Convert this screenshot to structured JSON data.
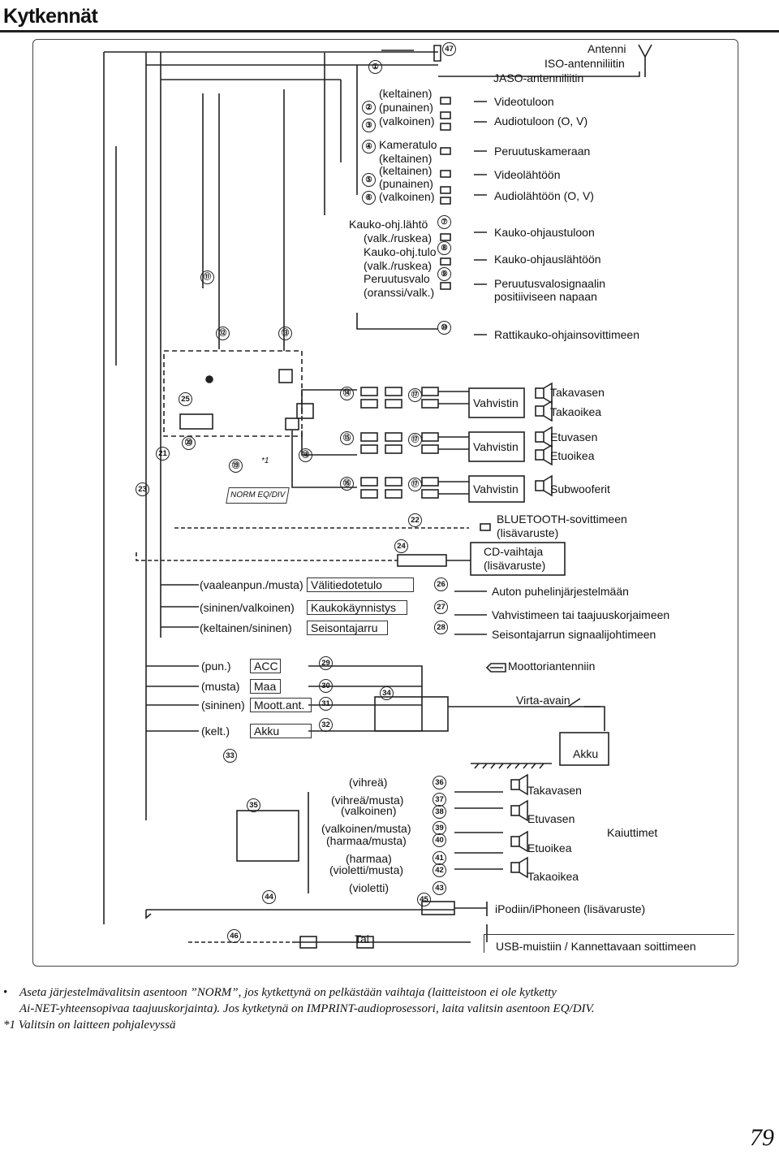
{
  "header": {
    "title": "Kytkennät"
  },
  "labels": {
    "antenni": "Antenni",
    "iso": "ISO-antenniliitin",
    "jaso": "JASO-antenniliitin",
    "keltainen1": "(keltainen)",
    "punainen1": "(punainen)",
    "valkoinen1": "(valkoinen)",
    "videotuloon": "Videotuloon",
    "audiotuloon": "Audiotuloon (O, V)",
    "kameratulo": "Kameratulo",
    "keltainen2": "(keltainen)",
    "keltainen3": "(keltainen)",
    "punainen2": "(punainen)",
    "valkoinen2": "(valkoinen)",
    "peruutuskameraan": "Peruutuskameraan",
    "videolahtoon": "Videolähtöön",
    "audiolahtoon": "Audiolähtöön (O, V)",
    "kauko_lahto": "Kauko-ohj.lähtö",
    "valk_ruskea1": "(valk./ruskea)",
    "kauko_tulo": "Kauko-ohj.tulo",
    "valk_ruskea2": "(valk./ruskea)",
    "peruutusvalo": "Peruutusvalo",
    "oranssi": "(oranssi/valk.)",
    "kauko_tuloon": "Kauko-ohjaustuloon",
    "kauko_lahtoon": "Kauko-ohjauslähtöön",
    "peruutusvalosignaalin": "Peruutusvalosignaalin",
    "positiiviseen": "positiiviseen napaan",
    "rattikauko": "Rattikauko-ohjainsovittimeen",
    "vahvistin": "Vahvistin",
    "takavasen": "Takavasen",
    "takaoikea": "Takaoikea",
    "etuvasen": "Etuvasen",
    "etuoikea": "Etuoikea",
    "subwooferit": "Subwooferit",
    "bluetooth": "BLUETOOTH-sovittimeen",
    "lisavaruste": "(lisävaruste)",
    "cd_vaihtaja": "CD-vaihtaja",
    "norm_eqdiv": "NORM  EQ/DIV",
    "star1": "*1",
    "vaaleanpun": "(vaaleanpun./musta)",
    "valitiedotetulo": "Välitiedotetulo",
    "sininen_valk": "(sininen/valkoinen)",
    "kaukokaynnistys": "Kaukokäynnistys",
    "kelt_sininen": "(keltainen/sininen)",
    "seisontajarru": "Seisontajarru",
    "auton_puhelin": "Auton puhelinjärjestelmään",
    "vahvistimeen": "Vahvistimeen tai taajuuskorjaimeen",
    "seisontajarrun": "Seisontajarrun signaalijohtimeen",
    "pun": "(pun.)",
    "acc": "ACC",
    "musta": "(musta)",
    "maa": "Maa",
    "sininen": "(sininen)",
    "moott_ant": "Moott.ant.",
    "kelt": "(kelt.)",
    "akku": "Akku",
    "moottoriantenniin": "Moottoriantenniin",
    "virta_avain": "Virta-avain",
    "vihrea": "(vihreä)",
    "vihrea_musta": "(vihreä/musta)",
    "valkoinen3": "(valkoinen)",
    "valkoinen_musta": "(valkoinen/musta)",
    "harmaa_musta": "(harmaa/musta)",
    "harmaa": "(harmaa)",
    "violetti_musta": "(violetti/musta)",
    "violetti": "(violetti)",
    "kaiuttimet": "Kaiuttimet",
    "ipod": "iPodiin/iPhoneen (lisävaruste)",
    "tai": "Tai",
    "usb": "USB-muistiin / Kannettavaan soittimeen"
  },
  "numbers": {
    "n1": "①",
    "n2": "②",
    "n3": "③",
    "n4": "④",
    "n5": "⑤",
    "n6": "⑥",
    "n7": "⑦",
    "n8": "⑧",
    "n9": "⑨",
    "n10": "⑩",
    "n11": "⑪",
    "n12": "⑫",
    "n13": "⑬",
    "n14": "⑭",
    "n15": "⑮",
    "n16": "⑯",
    "n17": "⑰",
    "n18": "⑱",
    "n19": "⑲",
    "n20": "⑳",
    "n21": "21",
    "n22": "22",
    "n23": "23",
    "n24": "24",
    "n25": "25",
    "n26": "26",
    "n27": "27",
    "n28": "28",
    "n29": "29",
    "n30": "30",
    "n31": "31",
    "n32": "32",
    "n33": "33",
    "n34": "34",
    "n35": "35",
    "n36": "36",
    "n37": "37",
    "n38": "38",
    "n39": "39",
    "n40": "40",
    "n41": "41",
    "n42": "42",
    "n43": "43",
    "n44": "44",
    "n45": "45",
    "n46": "46",
    "n47": "47"
  },
  "notes": {
    "bullet": "•",
    "line1": "Aseta järjestelmävalitsin asentoon ”NORM”, jos kytkettynä on pelkästään vaihtaja (laitteistoon ei ole kytketty",
    "line2": "Ai-NET-yhteensopivaa taajuuskorjainta). Jos kytketynä on IMPRINT-audioprosessori, laita valitsin asentoon EQ/DIV.",
    "line3": "*1 Valitsin on laitteen pohjalevyssä"
  },
  "page_number": "79"
}
